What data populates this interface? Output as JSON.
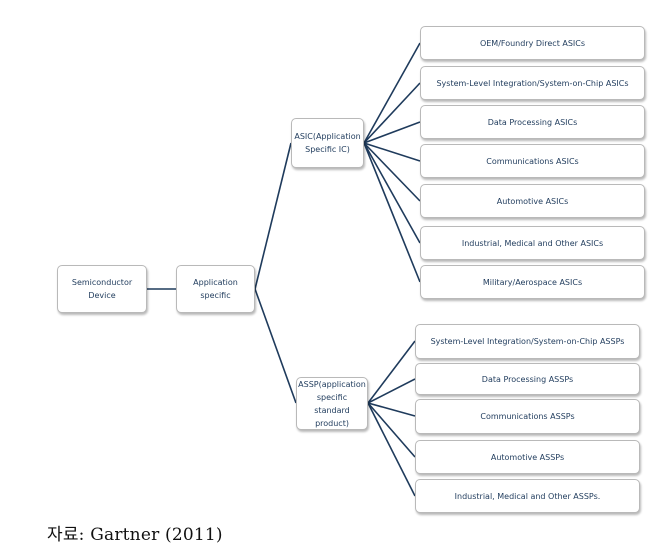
{
  "diagram": {
    "root": {
      "label": "Semiconductor Device"
    },
    "level1": {
      "label": "Application specific"
    },
    "asic": {
      "label": "ASIC(Application Specific IC)",
      "items": [
        "OEM/Foundry Direct ASICs",
        "System-Level Integration/System-on-Chip ASICs",
        "Data Processing ASICs",
        "Communications ASICs",
        "Automotive ASICs",
        "Industrial, Medical and Other ASICs",
        "Military/Aerospace ASICs"
      ]
    },
    "assp": {
      "label": "ASSP(application specific standard product)",
      "items": [
        "System-Level Integration/System-on-Chip ASSPs",
        "Data Processing ASSPs",
        "Communications ASSPs",
        "Automotive ASSPs",
        "Industrial, Medical and Other ASSPs."
      ]
    },
    "colors": {
      "line": "#1f3b5c",
      "text": "#1f3b5c",
      "border": "#b9b9b9"
    }
  },
  "caption": "자료: Gartner (2011)"
}
